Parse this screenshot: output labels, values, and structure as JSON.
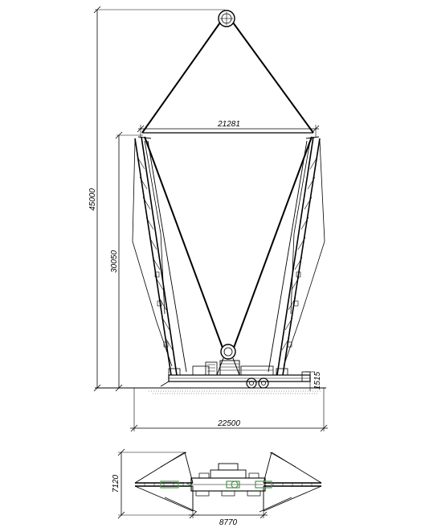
{
  "dimensions": {
    "total_height": "45000",
    "mast_height": "30050",
    "top_span": "21281",
    "base_span": "22500",
    "base_clearance": "1515",
    "plan_width": "7120",
    "plan_length": "8770"
  },
  "colors": {
    "line": "#000000",
    "accent_green": "#4a9a4a"
  }
}
